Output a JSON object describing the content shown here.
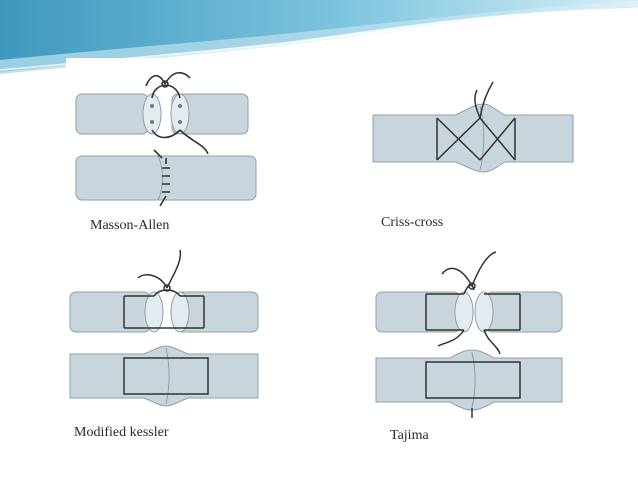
{
  "slide": {
    "background": "#ffffff",
    "header_colors": {
      "dark": "#4a9fc2",
      "mid": "#7ec3dd",
      "light": "#c6e6f1"
    }
  },
  "figures": [
    {
      "id": "masson-allen",
      "caption": "Masson-Allen"
    },
    {
      "id": "criss-cross",
      "caption": "Criss-cross"
    },
    {
      "id": "modified-kessler",
      "caption": "Modified kessler"
    },
    {
      "id": "tajima",
      "caption": "Tajima"
    }
  ],
  "colors": {
    "tendon": "#c9d5dc",
    "tendon_edge": "#8fa0aa",
    "suture": "#333333",
    "cut_face": "#e3ebef"
  }
}
